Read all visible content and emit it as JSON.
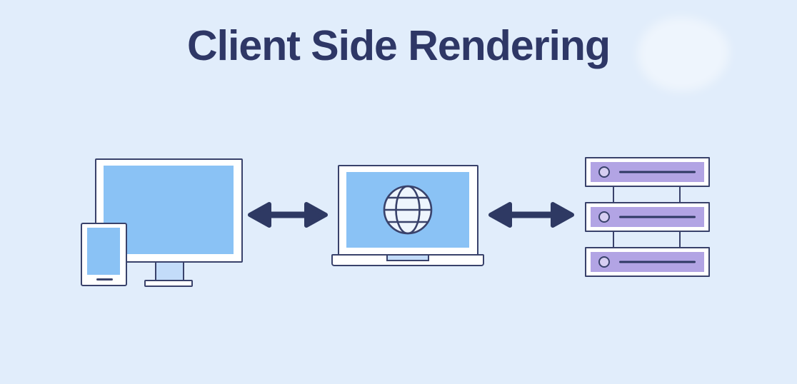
{
  "title": "Client Side Rendering",
  "colors": {
    "background": "#e1edfb",
    "title": "#2e3766",
    "outline": "#39426b",
    "screen-blue": "#8ac2f5",
    "accent-light-blue": "#c3dcf9",
    "globe-fill": "#eef5fd",
    "server-purple": "#b2a4e4",
    "server-knob": "#d6cef2",
    "arrow": "#2e3963"
  },
  "diagram": {
    "nodes": [
      {
        "id": "client-devices",
        "icon": "desktop-and-phone-icon"
      },
      {
        "id": "browser",
        "icon": "laptop-globe-icon"
      },
      {
        "id": "server",
        "icon": "server-rack-icon"
      }
    ],
    "connectors": [
      {
        "from": "client-devices",
        "to": "browser",
        "style": "double-headed-arrow"
      },
      {
        "from": "browser",
        "to": "server",
        "style": "double-headed-arrow"
      }
    ]
  }
}
